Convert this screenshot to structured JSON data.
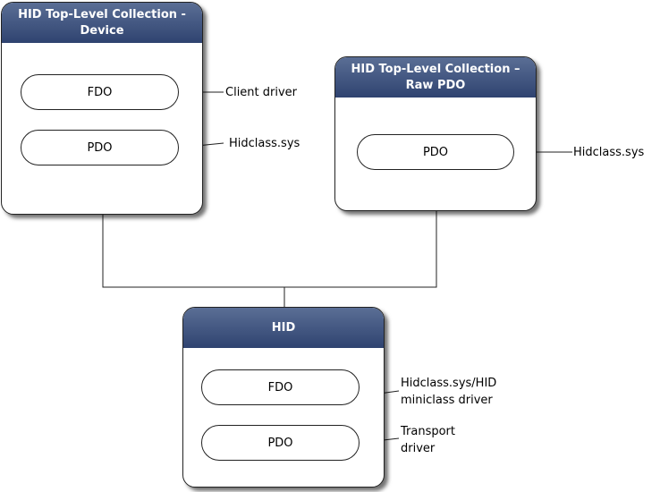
{
  "device": {
    "title": "HID Top-Level Collection - Device",
    "fdo": "FDO",
    "pdo": "PDO",
    "fdo_label": "Client driver",
    "pdo_label": "Hidclass.sys"
  },
  "raw": {
    "title": "HID Top-Level Collection – Raw PDO",
    "pdo": "PDO",
    "pdo_label": "Hidclass.sys"
  },
  "hid": {
    "title": "HID",
    "fdo": "FDO",
    "pdo": "PDO",
    "fdo_label": "Hidclass.sys/HID miniclass driver",
    "pdo_label": "Transport driver"
  }
}
